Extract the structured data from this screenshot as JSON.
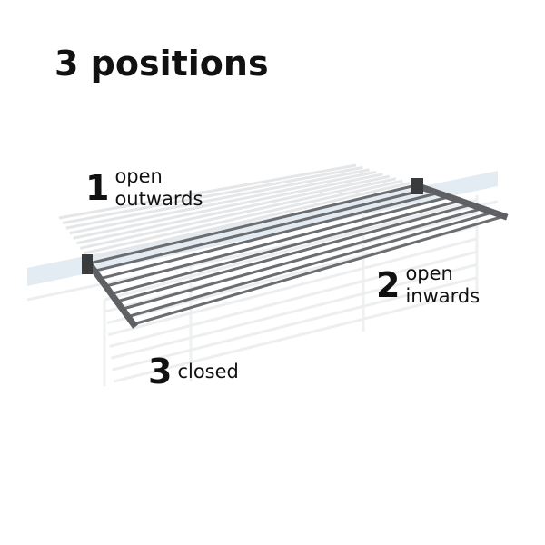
{
  "title": "3 positions",
  "positions": [
    {
      "number": "1",
      "line1": "open",
      "line2": "outwards"
    },
    {
      "number": "2",
      "line1": "open",
      "line2": "inwards"
    },
    {
      "number": "3",
      "line1": "closed"
    }
  ],
  "colors": {
    "rack": "#6b6d70",
    "ghost": "#e6e8ea",
    "wall": "#dfe8f0"
  }
}
